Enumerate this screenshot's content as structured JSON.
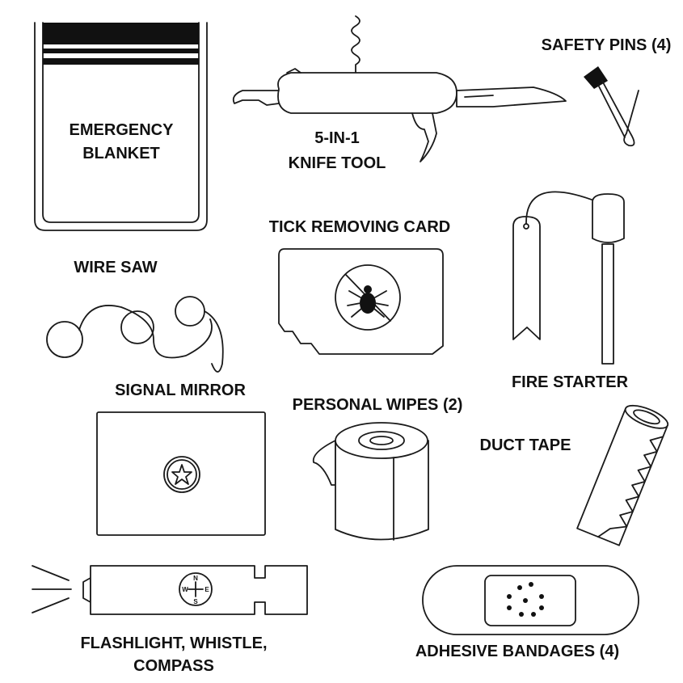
{
  "items": {
    "emergency_blanket": {
      "line1": "EMERGENCY",
      "line2": "BLANKET"
    },
    "knife_tool": {
      "line1": "5-IN-1",
      "line2": "KNIFE TOOL"
    },
    "safety_pins": {
      "label": "SAFETY PINS (4)"
    },
    "tick_card": {
      "label": "TICK REMOVING CARD"
    },
    "wire_saw": {
      "label": "WIRE SAW"
    },
    "fire_starter": {
      "label": "FIRE STARTER"
    },
    "signal_mirror": {
      "label": "SIGNAL MIRROR"
    },
    "personal_wipes": {
      "label": "PERSONAL WIPES (2)"
    },
    "duct_tape": {
      "label": "DUCT TAPE"
    },
    "flashlight": {
      "line1": "FLASHLIGHT, WHISTLE,",
      "line2": "COMPASS",
      "compass": {
        "n": "N",
        "s": "S",
        "e": "E",
        "w": "W"
      }
    },
    "bandages": {
      "label": "ADHESIVE BANDAGES (4)"
    }
  }
}
